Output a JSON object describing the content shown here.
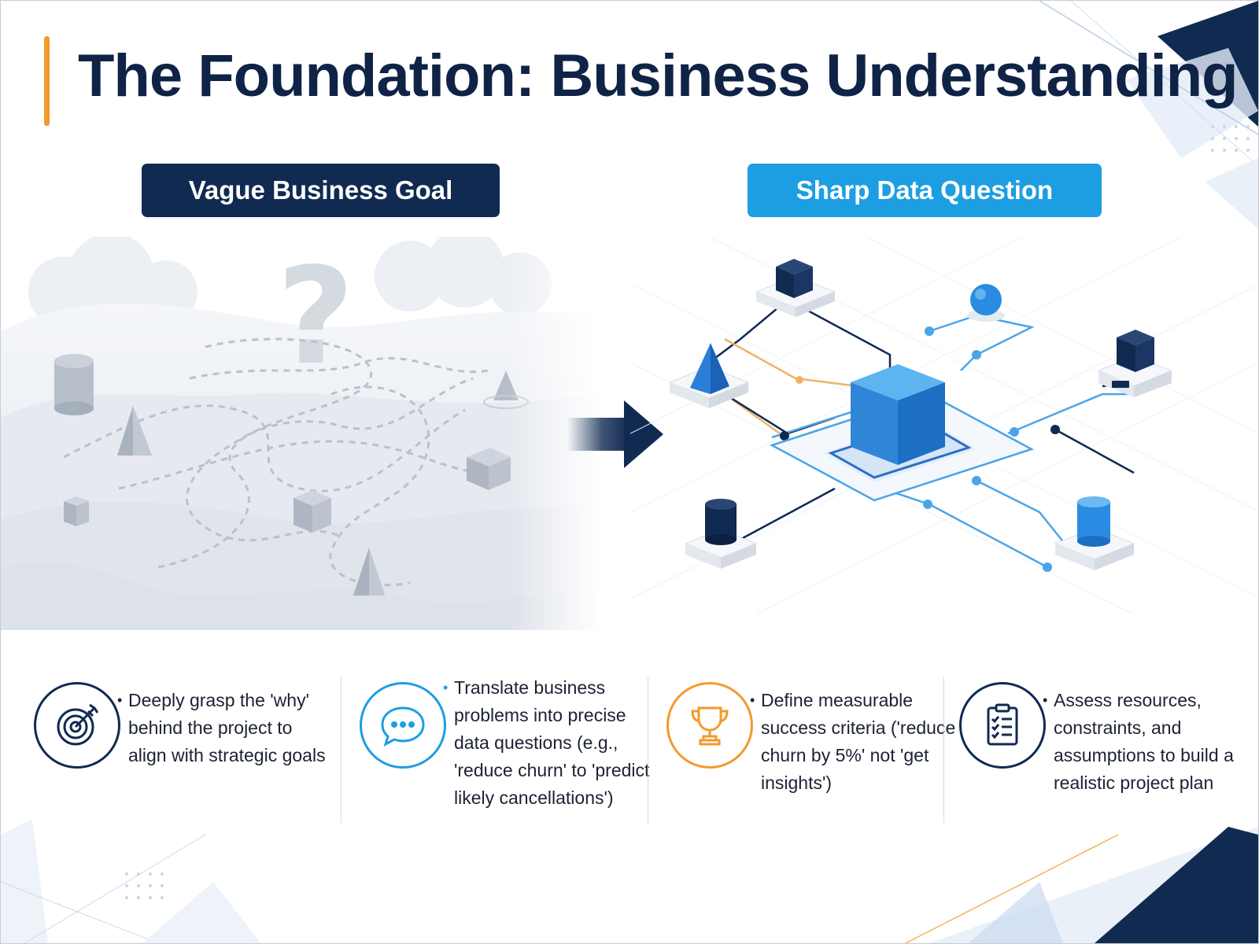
{
  "title": "The Foundation: Business Understanding",
  "comparison": {
    "left_label": "Vague Business Goal",
    "right_label": "Sharp Data Question",
    "question_mark": "?"
  },
  "features": [
    {
      "icon": "target-icon",
      "text": "Deeply grasp the 'why' behind the project to align with strategic goals"
    },
    {
      "icon": "chat-bubble-icon",
      "text": "Translate business problems into precise data questions (e.g., 'reduce churn' to 'predict likely cancellations')"
    },
    {
      "icon": "trophy-icon",
      "text": "Define measurable success criteria ('reduce churn by 5%' not 'get insights')"
    },
    {
      "icon": "checklist-icon",
      "text": "Assess resources, constraints, and assumptions to build a realistic project plan"
    }
  ],
  "colors": {
    "navy": "#102a52",
    "blue": "#1d9ee2",
    "orange": "#f39a2b",
    "title": "#0f2347"
  }
}
